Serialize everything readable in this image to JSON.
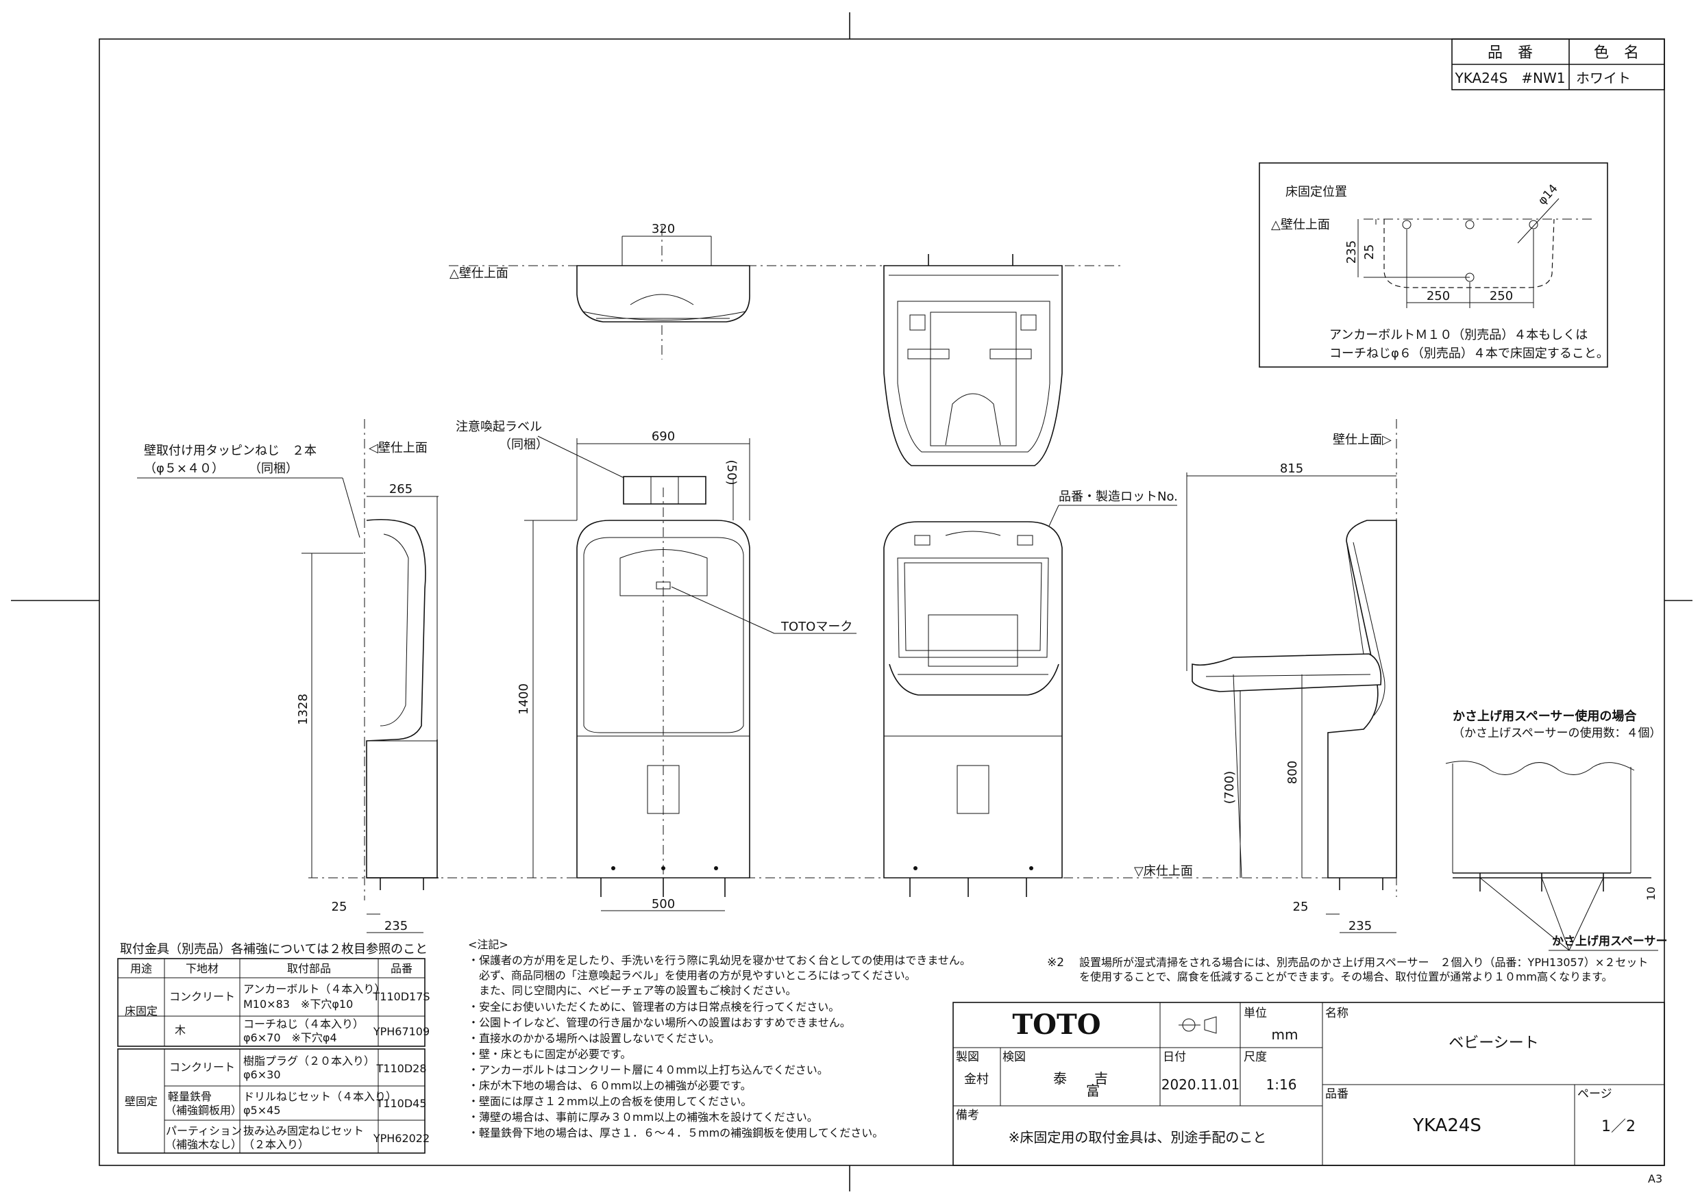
{
  "part_table": {
    "header_part_no": "品　番",
    "header_color": "色　名",
    "part_no": "YKA24S　#NW1",
    "color": "ホワイト"
  },
  "floor_fix_box": {
    "title": "床固定位置",
    "wall_label": "△壁仕上面",
    "dim_235": "235",
    "dim_25": "25",
    "dim_250a": "250",
    "dim_250b": "250",
    "dim_phi14": "φ14",
    "note1": "アンカーボルトＭ１０（別売品）４本もしくは",
    "note2": "コーチねじφ６（別売品）４本で床固定すること。"
  },
  "top_view": {
    "dim_320": "320",
    "wall_label": "△壁仕上面"
  },
  "side_view_left": {
    "screw_note1": "壁取付け用タッピンねじ　２本",
    "screw_note2": "（φ５×４０）　　　（同梱）",
    "wall_label": "◁壁仕上面",
    "dim_265": "265",
    "dim_1328": "1328",
    "dim_25": "25",
    "dim_235": "235"
  },
  "front_view": {
    "label_caution1": "注意喚起ラベル",
    "label_caution2": "（同梱）",
    "dim_690": "690",
    "dim_50": "(50)",
    "dim_1400": "1400",
    "dim_500": "500",
    "toto_mark": "TOTOマーク"
  },
  "open_view": {
    "lot_label": "品番・製造ロットNo."
  },
  "side_view_right": {
    "wall_label": "壁仕上面▷",
    "dim_815": "815",
    "dim_700": "(700)",
    "dim_800": "800",
    "floor_label": "▽床仕上面",
    "dim_25": "25",
    "dim_235": "235"
  },
  "spacer": {
    "title": "かさ上げ用スペーサー使用の場合",
    "subtitle": "（かさ上げスペーサーの使用数：４個）",
    "dim_10": "10",
    "label": "かさ上げ用スペーサー"
  },
  "note2": {
    "mark": "※2",
    "line1": "設置場所が湿式清掃をされる場合には、別売品のかさ上げ用スペーサー　２個入り（品番：YPH13057）×２セット",
    "line2": "を使用することで、腐食を低減することができます。その場合、取付位置が通常より１０mm高くなります。"
  },
  "fittings": {
    "title": "取付金具（別売品）各補強については２枚目参照のこと",
    "headers": [
      "用途",
      "下地材",
      "取付部品",
      "品番"
    ],
    "floor_group": "床固定",
    "wall_group": "壁固定",
    "rows": [
      {
        "base": "コンクリート",
        "part1": "アンカーボルト（４本入り）",
        "part2": "M10×83　※下穴φ10",
        "code": "T110D17S"
      },
      {
        "base": "木",
        "part1": "コーチねじ（４本入り）",
        "part2": "φ6×70　※下穴φ4",
        "code": "YPH67109"
      },
      {
        "base": "コンクリート",
        "part1": "樹脂プラグ（２０本入り）",
        "part2": "φ6×30",
        "code": "T110D28"
      },
      {
        "base": "軽量鉄骨",
        "base2": "（補強鋼板用）",
        "part1": "ドリルねじセット（４本入り）",
        "part2": "φ5×45",
        "code": "T110D45"
      },
      {
        "base": "パーティション",
        "base2": "（補強木なし）",
        "part1": "抜み込み固定ねじセット",
        "part2": "（２本入り）",
        "code": "YPH62022"
      }
    ]
  },
  "notes": {
    "heading": "<注記>",
    "lines": [
      "・保護者の方が用を足したり、手洗いを行う際に乳幼児を寝かせておく台としての使用はできません。",
      "　必ず、商品同梱の「注意喚起ラベル」を使用者の方が見やすいところにはってください。",
      "　また、同じ空間内に、ベビーチェア等の設置もご検討ください。",
      "・安全にお使いいただくために、管理者の方は日常点検を行ってください。",
      "・公園トイレなど、管理の行き届かない場所への設置はおすすめできません。",
      "・直接水のかかる場所へは設置しないでください。",
      "・壁・床ともに固定が必要です。",
      "・アンカーボルトはコンクリート層に４０mm以上打ち込んでください。",
      "・床が木下地の場合は、６０mm以上の補強が必要です。",
      "・壁面には厚さ１２mm以上の合板を使用してください。",
      "・薄壁の場合は、事前に厚み３０mm以上の補強木を設けてください。",
      "・軽量鉄骨下地の場合は、厚さ１．６〜４．５mmの補強鋼板を使用してください。"
    ]
  },
  "title_block": {
    "logo": "TOTO",
    "unit_label": "単位",
    "unit": "mm",
    "name_label": "名称",
    "name": "ベビーシート",
    "drawn_label": "製図",
    "drawn_by": "金村",
    "checked_label": "検図",
    "checked_by": "泰　　吉",
    "checked_by2": "富",
    "date_label": "日付",
    "date": "2020.11.01",
    "scale_label": "尺度",
    "scale": "1:16",
    "part_label": "品番",
    "part": "YKA24S",
    "page_label": "ページ",
    "page": "1／2",
    "remarks_label": "備考",
    "remarks": "※床固定用の取付金具は、別途手配のこと"
  },
  "sheet_size": "A3"
}
